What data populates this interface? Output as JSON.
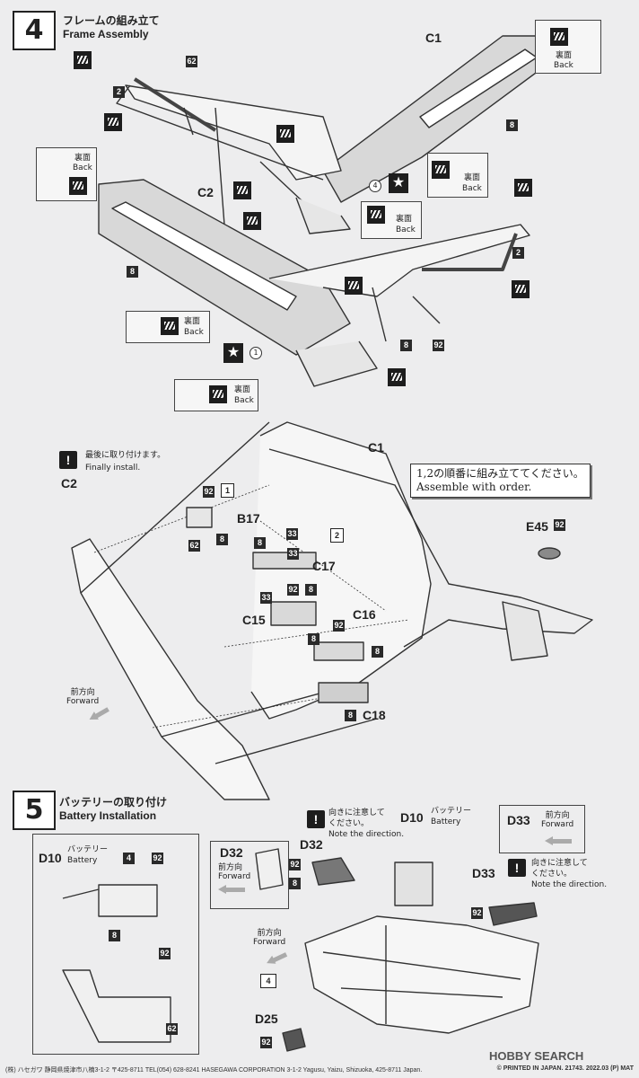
{
  "step4": {
    "number": "4",
    "title_jp": "フレームの組み立て",
    "title_en": "Frame Assembly",
    "labels": {
      "c1": "C1",
      "c2": "C2",
      "back_jp": "裏面",
      "back_en": "Back",
      "p8": "8",
      "p2": "2",
      "p62": "62",
      "p92": "92",
      "circ1": "1",
      "circ4": "4"
    },
    "finally_jp": "最後に取り付けます。",
    "finally_en": "Finally install.",
    "order_jp": "1,2の順番に組み立ててください。",
    "order_en": "Assemble with order.",
    "parts": {
      "b17": "B17",
      "c17": "C17",
      "c15": "C15",
      "c16": "C16",
      "c18": "C18",
      "e45": "E45",
      "box1": "1",
      "box2": "2",
      "p33": "33"
    },
    "forward_jp": "前方向",
    "forward_en": "Forward"
  },
  "step5": {
    "number": "5",
    "title_jp": "バッテリーの取り付け",
    "title_en": "Battery Installation",
    "d10": "D10",
    "d10_jp": "バッテリー",
    "d10_en": "Battery",
    "d32": "D32",
    "d33": "D33",
    "d25": "D25",
    "p4": "4",
    "direction_jp_1": "向きに注意して",
    "direction_jp_2": "ください。",
    "direction_en": "Note the direction.",
    "forward_jp": "前方向",
    "forward_en": "Forward"
  },
  "footer": {
    "left": "(株) ハセガワ 静岡県焼津市八楠3-1-2 〒425-8711 TEL(054) 628-8241 HASEGAWA CORPORATION 3-1-2 Yagusu, Yaizu, Shizuoka, 425-8711 Japan.",
    "right": "© PRINTED IN JAPAN. 21743. 2022.03 (P) MAT"
  },
  "watermark": "HOBBY SEARCH"
}
